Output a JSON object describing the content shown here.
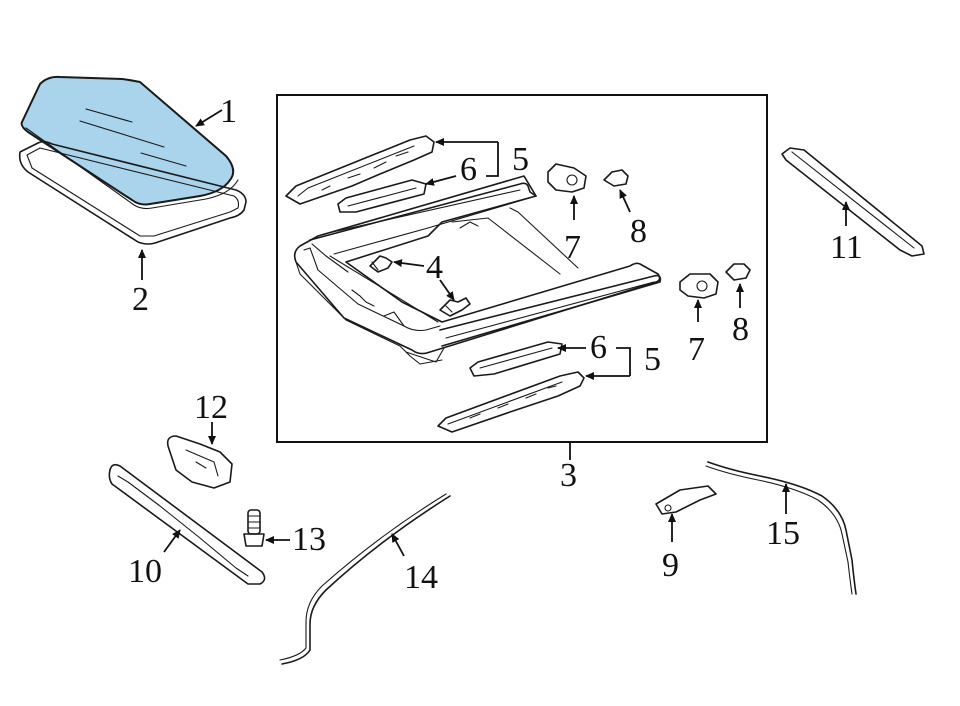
{
  "colors": {
    "glass": "#a9d4ec",
    "ink": "#111111",
    "background": "#ffffff"
  },
  "callouts": {
    "c1": "1",
    "c2": "2",
    "c3": "3",
    "c4": "4",
    "c5a": "5",
    "c5b": "5",
    "c6a": "6",
    "c6b": "6",
    "c7a": "7",
    "c7b": "7",
    "c8a": "8",
    "c8b": "8",
    "c9": "9",
    "c10": "10",
    "c11": "11",
    "c12": "12",
    "c13": "13",
    "c14": "14",
    "c15": "15"
  }
}
